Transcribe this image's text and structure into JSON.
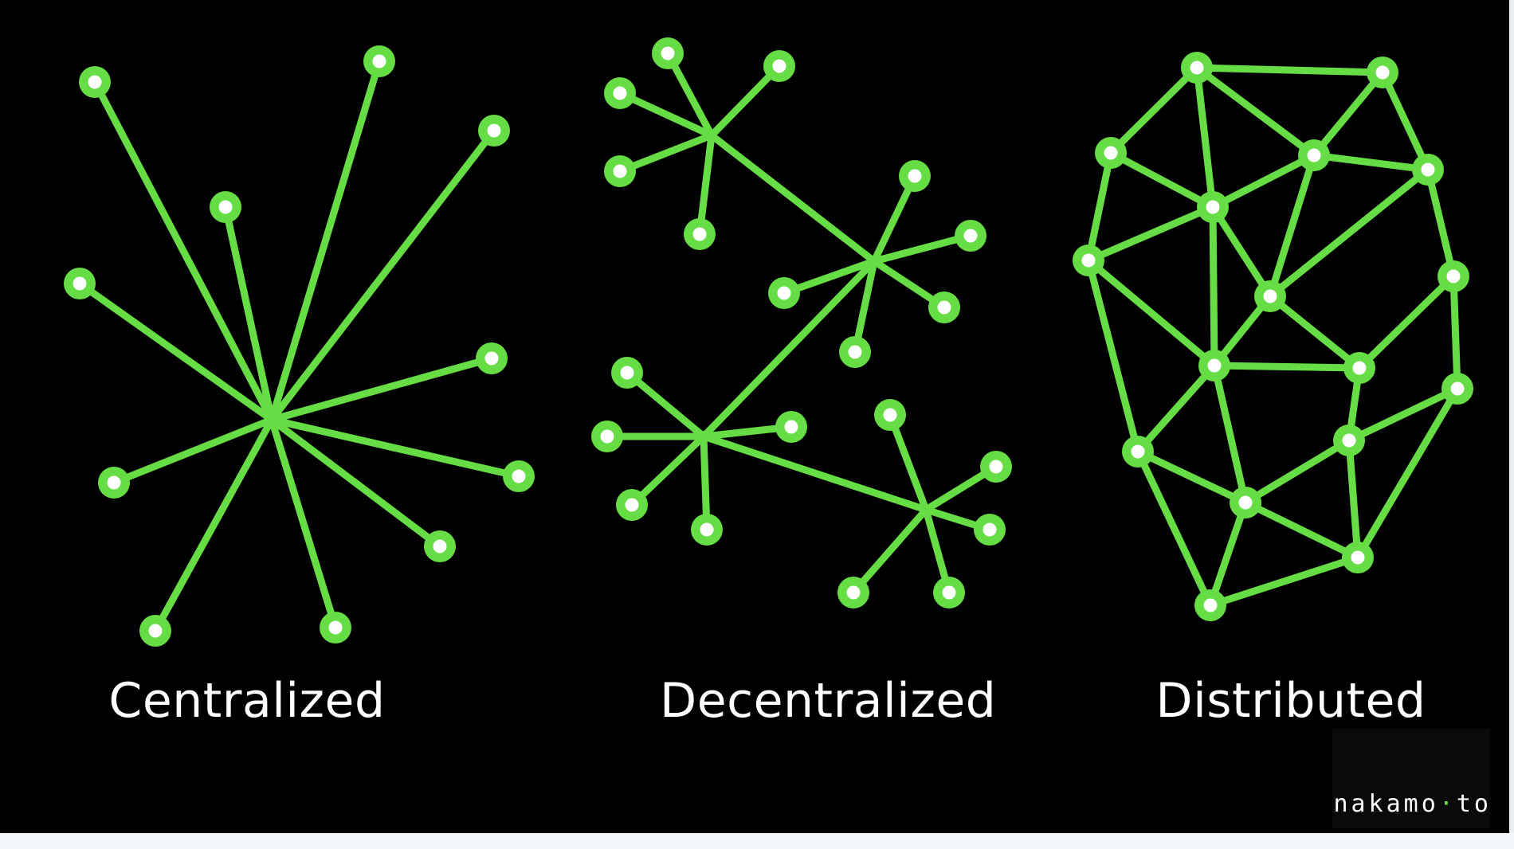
{
  "labels": {
    "centralized": "Centralized",
    "decentralized": "Decentralized",
    "distributed": "Distributed"
  },
  "watermark": {
    "left": "nakamo",
    "dot": "·",
    "right": "to"
  },
  "colors": {
    "background": "#000000",
    "accent": "#66dd44",
    "node_center": "#ffffff",
    "text": "#ffffff"
  }
}
